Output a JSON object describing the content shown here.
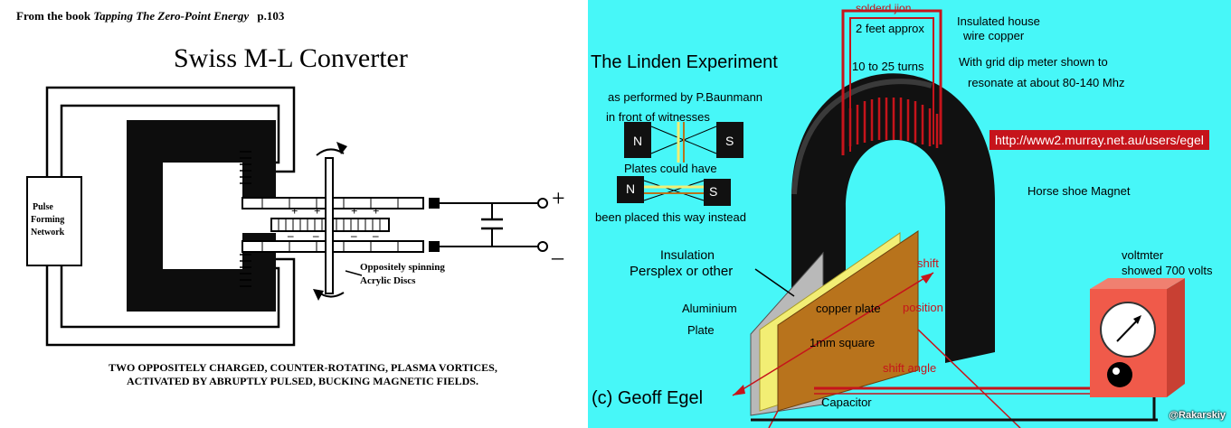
{
  "left": {
    "source_prefix": "From the book",
    "source_book": "Tapping The Zero-Point Energy",
    "source_page": "p.103",
    "title": "Swiss M-L Converter",
    "pulse_box": [
      "Pulse",
      "Forming",
      "Network"
    ],
    "plus_sign": "+",
    "minus_sign": "–",
    "disc_plus_top": [
      "+",
      "+",
      "+",
      "+"
    ],
    "disc_minus_bottom": [
      "–",
      "–",
      "–",
      "–"
    ],
    "discs_label": [
      "Oppositely spinning",
      "Acrylic Discs"
    ],
    "caption": [
      "TWO OPPOSITELY CHARGED, COUNTER-ROTATING, PLASMA VORTICES,",
      "ACTIVATED BY ABRUPTLY PULSED, BUCKING MAGNETIC FIELDS."
    ]
  },
  "right": {
    "title": "The Linden Experiment",
    "performed": [
      "as performed by  P.Baunmann",
      "in front of witnesses"
    ],
    "alt": [
      "Plates could have",
      "been placed this way instead"
    ],
    "pole_n": "N",
    "pole_s": "S",
    "solder": "solderd jion",
    "coil_len": "2 feet approx",
    "turns": "10 to 25 turns",
    "wire": [
      "Insulated house",
      "wire copper"
    ],
    "grid_dip": [
      "With grid dip meter shown to",
      "resonate at about 80-140 Mhz"
    ],
    "url": "http://www2.murray.net.au/users/egel",
    "magnet": "Horse shoe Magnet",
    "insulation": "Insulation",
    "perspex": "Persplex or other",
    "aluminium": [
      "Aluminium",
      "Plate"
    ],
    "copper": "copper plate",
    "square": "1mm square",
    "shift": "shift",
    "position": "position",
    "shift_angle": "shift angle",
    "voltmeter": [
      "voltmter",
      "showed 700 volts"
    ],
    "capacitor": "Capacitor",
    "copyright": "(c) Geoff Egel",
    "watermark": "@Rakarskiy",
    "colors": {
      "background": "#47f7f8",
      "wire": "#c6141b",
      "magnet": "#111111",
      "copper": "#b8731c",
      "meter": "#f05a4a"
    }
  }
}
